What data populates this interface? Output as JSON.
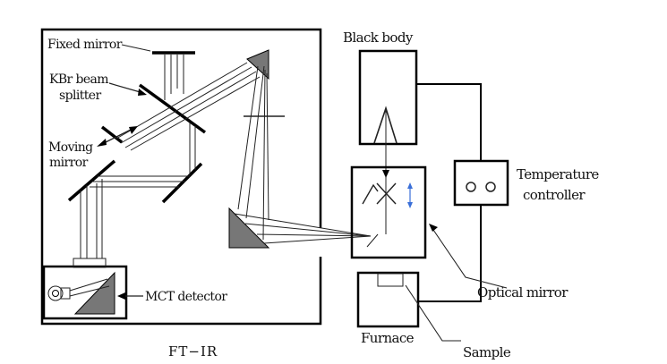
{
  "labels": {
    "fixed_mirror": "Fixed mirror",
    "kbr_line1": "KBr beam",
    "kbr_line2": "splitter",
    "moving_line1": "Moving",
    "moving_line2": "mirror",
    "mct_detector": "MCT detector",
    "ftir": "FT−IR",
    "black_body": "Black body",
    "temp_line1": "Temperature",
    "temp_line2": "controller",
    "optical_mirror": "Optical mirror",
    "furnace": "Furnace",
    "sample": "Sample"
  },
  "colors": {
    "arrow_accent": "#3a6fd8",
    "mirror_fill": "#777777",
    "stroke": "#000000"
  }
}
